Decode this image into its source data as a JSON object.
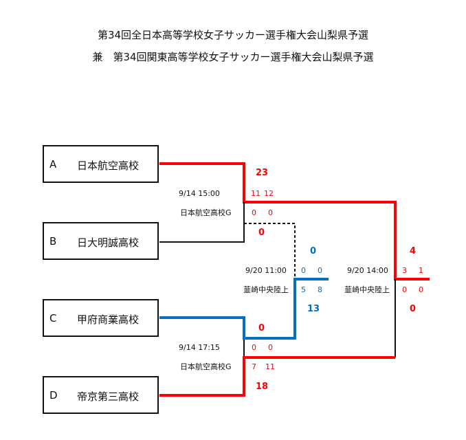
{
  "title": {
    "line1": "第34回全日本高等学校女子サッカー選手権大会山梨県予選",
    "line2": "兼　第34回関東高等学校女子サッカー選手権大会山梨県予選"
  },
  "teams": [
    {
      "letter": "A",
      "name": "日本航空高校"
    },
    {
      "letter": "B",
      "name": "日大明誠高校"
    },
    {
      "letter": "C",
      "name": "甲府商業高校"
    },
    {
      "letter": "D",
      "name": "帝京第三高校"
    }
  ],
  "matches": [
    {
      "datetime": "9/14  15:00",
      "venue": "日本航空高校G",
      "top_total": "23",
      "top_h1": "11",
      "top_h2": "12",
      "bot_h1": "0",
      "bot_h2": "0",
      "bot_total": "0"
    },
    {
      "datetime": "9/14  17:15",
      "venue": "日本航空高校G",
      "top_total": "0",
      "top_h1": "0",
      "top_h2": "0",
      "bot_h1": "7",
      "bot_h2": "11",
      "bot_total": "18"
    },
    {
      "datetime": "9/20  11:00",
      "venue": "韮崎中央陸上",
      "top_total": "0",
      "top_h1": "0",
      "top_h2": "0",
      "bot_h1": "5",
      "bot_h2": "8",
      "bot_total": "13"
    },
    {
      "datetime": "9/20  14:00",
      "venue": "韮崎中央陸上",
      "top_total": "4",
      "top_h1": "3",
      "top_h2": "1",
      "bot_h1": "0",
      "bot_h2": "0",
      "bot_total": "0"
    }
  ],
  "colors": {
    "winner_red": "#ff0000",
    "winner_blue": "#0070c0"
  }
}
